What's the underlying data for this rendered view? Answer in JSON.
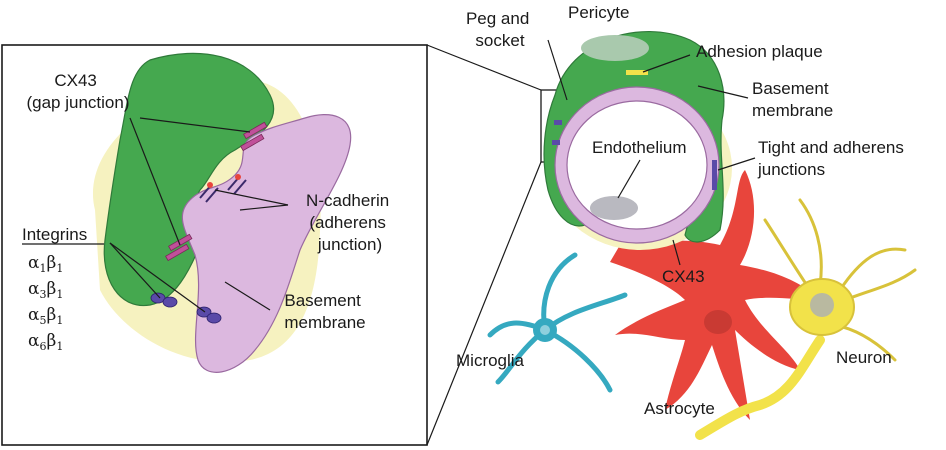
{
  "inset": {
    "cx43": [
      "CX43",
      "(gap junction)"
    ],
    "ncad": [
      "N-cadherin",
      "(adherens",
      "junction)"
    ],
    "basement": [
      "Basement",
      "membrane"
    ],
    "integrins_title": "Integrins",
    "integrins": [
      {
        "a": "α",
        "asub": "1",
        "b": "β",
        "bsub": "1"
      },
      {
        "a": "α",
        "asub": "3",
        "b": "β",
        "bsub": "1"
      },
      {
        "a": "α",
        "asub": "5",
        "b": "β",
        "bsub": "1"
      },
      {
        "a": "α",
        "asub": "6",
        "b": "β",
        "bsub": "1"
      }
    ]
  },
  "main": {
    "peg": [
      "Peg and",
      "socket"
    ],
    "pericyte": "Pericyte",
    "adhesion": "Adhesion plaque",
    "basement": [
      "Basement",
      "membrane"
    ],
    "endothelium": "Endothelium",
    "tight": [
      "Tight and adherens",
      "junctions"
    ],
    "cx43": "CX43",
    "microglia": "Microglia",
    "neuron": "Neuron",
    "astrocyte": "Astrocyte"
  },
  "colors": {
    "pericyte": "#3a9a4a",
    "pericyte_light": "#4caf5a",
    "endothelium": "#d8b4dc",
    "basement": "#f6f2c0",
    "astrocyte": "#e8453c",
    "neuron": "#f2e24a",
    "microglia": "#35a9c0",
    "integrin": "#5a4aa8",
    "gap": "#c0509a"
  }
}
